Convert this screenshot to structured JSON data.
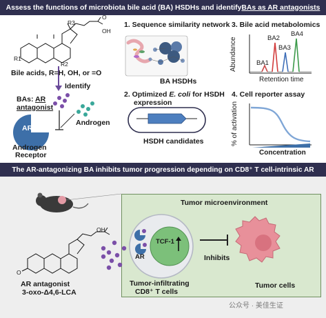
{
  "header": {
    "title_part1": "Assess the functions of microbiota bile acid (BA) HSDHs and identify ",
    "title_part2": "BAs as AR antagonists"
  },
  "left_panel": {
    "structure_labels": {
      "r1": "R1",
      "r2": "R2",
      "r3": "R3",
      "oh": "OH",
      "o": "O"
    },
    "bile_acids_label": "Bile acids, R=H, OH, or =O",
    "identify_label": "Identify",
    "bas_label": "BAs: ",
    "ar_antagonist_label": "AR",
    "antagonist_label": "antagonist",
    "ar_label": "AR",
    "androgen_label": "Androgen",
    "receptor_label_1": "Androgen",
    "receptor_label_2": "Receptor"
  },
  "step1": {
    "title": "1. Sequence similarity network",
    "box_label": "BA HSDHs"
  },
  "step2": {
    "title_prefix": "2. Optimized ",
    "title_italic": "E. coli",
    "title_suffix": " for HSDH",
    "title_line2": "expression",
    "box_label": "HSDH candidates"
  },
  "step3": {
    "title": "3. Bile acid metabolomics",
    "ylabel": "Abundance",
    "xlabel": "Retention time",
    "peaks": [
      "BA1",
      "BA2",
      "BA3",
      "BA4"
    ]
  },
  "step4": {
    "title": "4. Cell reporter assay",
    "ylabel": "% of activation",
    "xlabel": "Concentration"
  },
  "middle_bar": {
    "title": "The AR-antagonizing BA inhibits tumor progression depending on CD8⁺ T cell-intrinsic AR"
  },
  "bottom_panel": {
    "structure_labels": {
      "oh": "OH",
      "o": "O"
    },
    "compound_label_1": "AR antagonist",
    "compound_label_2": "3-oxo-Δ4,6-LCA",
    "tme_label": "Tumor microenvironment",
    "tcf_label": "TCF-1",
    "ar_label": "AR",
    "inhibits_label": "Inhibits",
    "til_label_1": "Tumor-infiltrating",
    "til_label_2": "CD8⁺ T cells",
    "tumor_cells_label": "Tumor cells"
  },
  "watermark": {
    "text": "公众号 · 美佳生证"
  },
  "colors": {
    "header_bg": "#2f2f4f",
    "purple_arrow": "#6a4a9a",
    "ar_blue": "#3d6fa8",
    "androgen_teal": "#3aa89a",
    "tme_green": "#d9e8cf",
    "tumor_pink": "#e8909a",
    "ba1": "#c94a4a",
    "ba2": "#d23c3c",
    "ba3": "#3f6fb8",
    "ba4": "#3c9a4a"
  }
}
